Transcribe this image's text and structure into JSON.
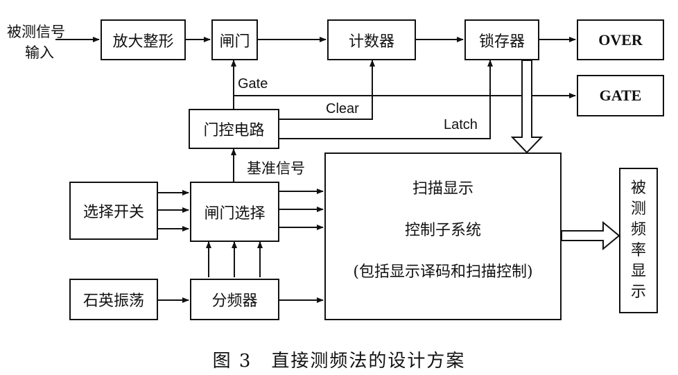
{
  "input_label_line1": "被测信号",
  "input_label_line2": "输入",
  "blocks": {
    "amp": "放大整形",
    "gate": "闸门",
    "counter": "计数器",
    "latch": "锁存器",
    "over": "OVER",
    "gate_out": "GATE",
    "gate_ctrl": "门控电路",
    "selector_switch": "选择开关",
    "gate_select": "闸门选择",
    "crystal": "石英振荡",
    "divider": "分频器",
    "scan_line1": "扫描显示",
    "scan_line2": "控制子系统",
    "scan_line3": "(包括显示译码和扫描控制)",
    "display_chars": [
      "被",
      "测",
      "频",
      "率",
      "显",
      "示"
    ]
  },
  "signals": {
    "gate": "Gate",
    "clear": "Clear",
    "latch": "Latch",
    "reference": "基准信号"
  },
  "caption": "图 3　直接测频法的设计方案"
}
